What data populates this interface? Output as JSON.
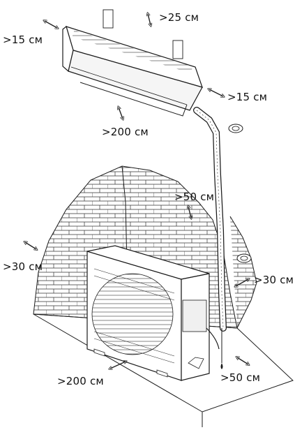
{
  "labels": {
    "top": ">25 см",
    "left_indoor": ">15 см",
    "right_indoor": ">15 см",
    "below_indoor": ">200 см",
    "wall_top": ">50 см",
    "left_outdoor": ">30 см",
    "right_outdoor": ">30 см",
    "front_outdoor": ">200 см",
    "bottom_right": ">50 см"
  },
  "colors": {
    "line": "#1a1a1a",
    "fill": "#ffffff",
    "shade": "#e6e6e6"
  }
}
